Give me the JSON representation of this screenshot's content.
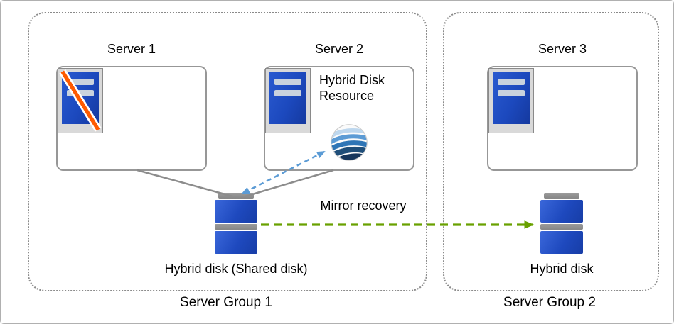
{
  "diagram": {
    "groups": [
      {
        "label": "Server Group 1"
      },
      {
        "label": "Server Group 2"
      }
    ],
    "servers": [
      {
        "label": "Server 1",
        "status": "failed"
      },
      {
        "label": "Server 2",
        "status": "active"
      },
      {
        "label": "Server 3",
        "status": "active"
      }
    ],
    "resource": {
      "label": "Hybrid Disk Resource"
    },
    "disks": [
      {
        "label": "Hybrid disk (Shared disk)"
      },
      {
        "label": "Hybrid disk"
      }
    ],
    "arrows": {
      "mirror_recovery_label": "Mirror recovery"
    },
    "colors": {
      "server_blue": "#1c49be",
      "slash_orange": "#ff5a00",
      "arrow_blue": "#5b9bd5",
      "arrow_green": "#69a100",
      "connector_gray": "#8c8c8c",
      "group_border": "#8a8a8a"
    },
    "icons": {
      "server": "server-icon",
      "failed_server": "failed-server-icon",
      "hybrid_disk_resource": "wave-sphere-icon",
      "disk": "disk-icon"
    }
  }
}
